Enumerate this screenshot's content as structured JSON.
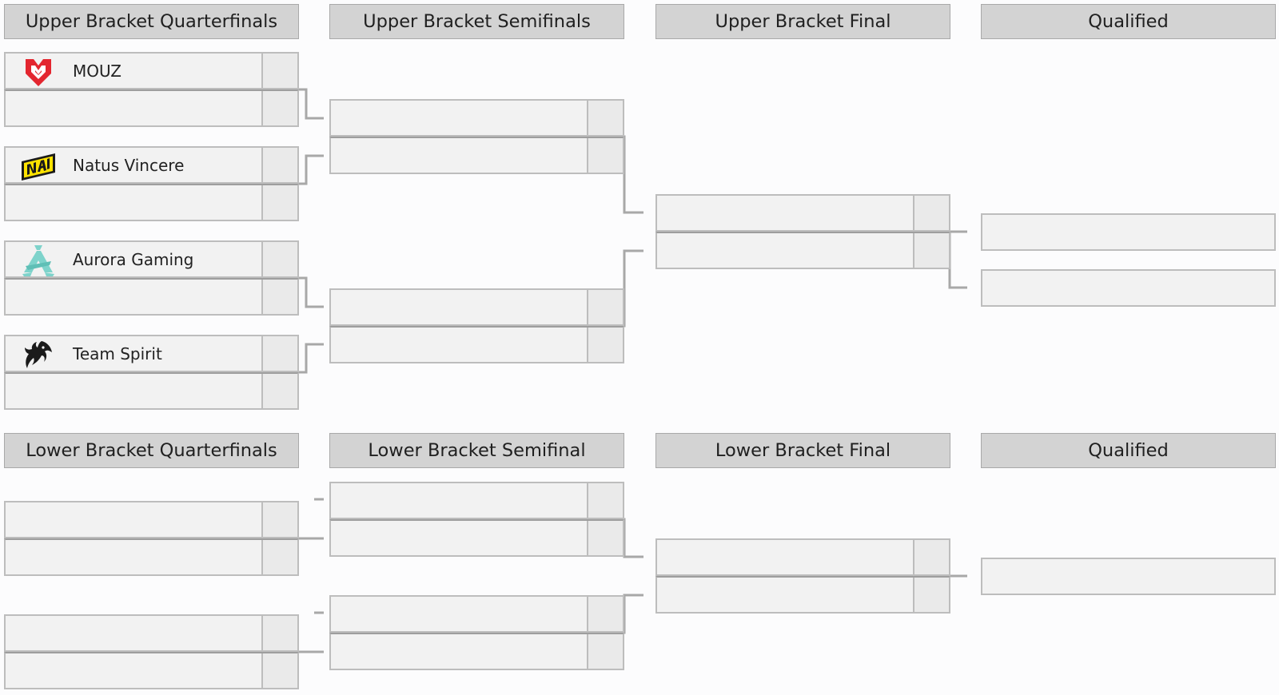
{
  "headers": {
    "ubqf": "Upper Bracket Quarterfinals",
    "ubsf": "Upper Bracket Semifinals",
    "ubf": "Upper Bracket Final",
    "uq": "Qualified",
    "lbqf": "Lower Bracket Quarterfinals",
    "lbsf": "Lower Bracket Semifinal",
    "lbf": "Lower Bracket Final",
    "lq": "Qualified"
  },
  "teams": [
    {
      "name": "MOUZ",
      "logo": "mouz-logo"
    },
    {
      "name": "Natus Vincere",
      "logo": "navi-logo"
    },
    {
      "name": "Aurora Gaming",
      "logo": "aurora-logo"
    },
    {
      "name": "Team Spirit",
      "logo": "spirit-logo"
    }
  ],
  "colors": {
    "header_bg": "#d3d3d3",
    "slot_bg": "#f2f2f2",
    "connector": "#a8a8a8",
    "mouz": "#e3262f",
    "navi": "#fde200",
    "aurora": "#7ed3cb",
    "spirit": "#1b1b1b"
  }
}
